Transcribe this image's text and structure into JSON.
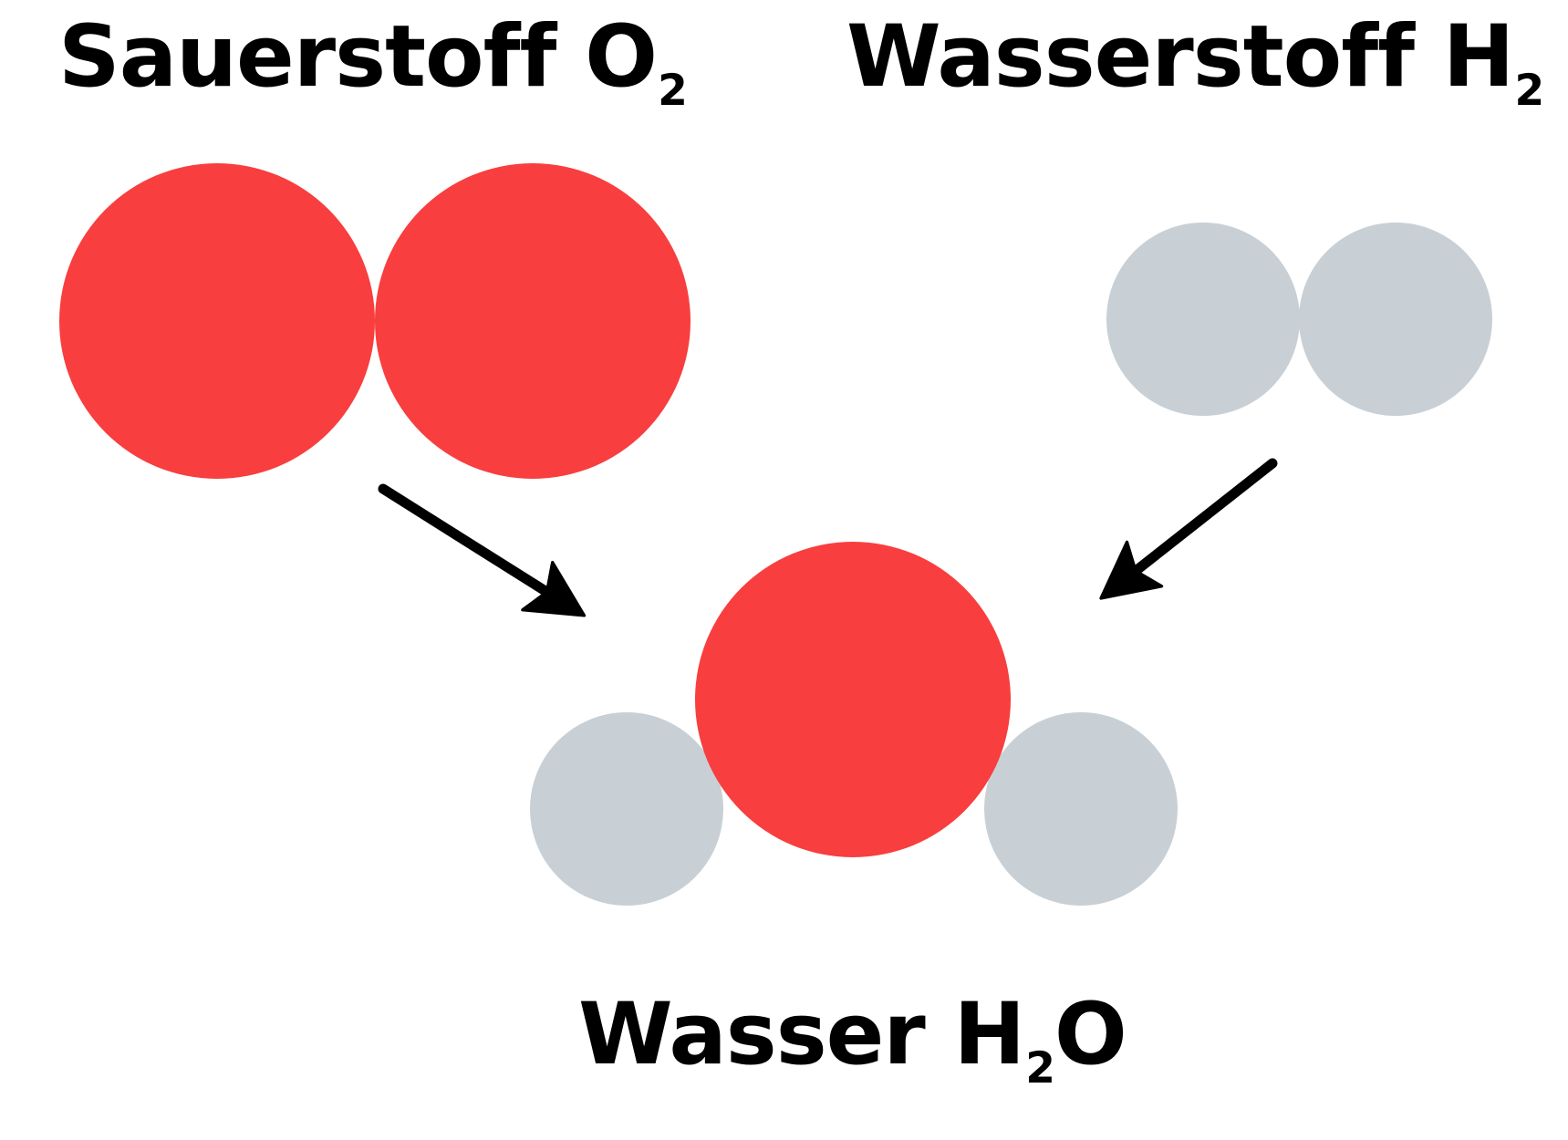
{
  "labels": {
    "oxygen": {
      "name": "Sauerstoff",
      "formula_main": "O",
      "formula_sub": "2"
    },
    "hydrogen": {
      "name": "Wasserstoff",
      "formula_main": "H",
      "formula_sub": "2"
    },
    "water": {
      "name": "Wasser",
      "formula_main": "H",
      "formula_sub": "2",
      "formula_tail": "O"
    }
  },
  "colors": {
    "oxygen_atom": "#f83e3e",
    "hydrogen_atom": "#c8d0d6",
    "arrow": "#000000",
    "text": "#000000",
    "background": "#ffffff"
  }
}
